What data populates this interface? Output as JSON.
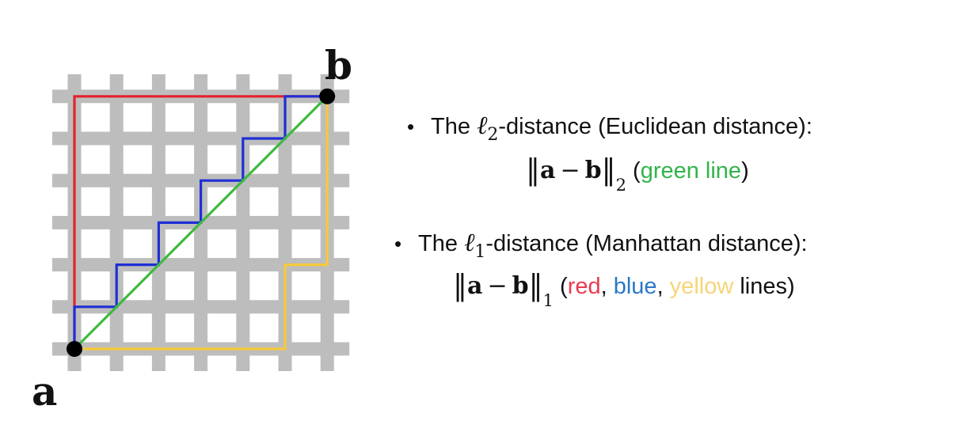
{
  "diagram": {
    "point_a_label": "a",
    "point_b_label": "b",
    "grid_color": "#bdbdbd",
    "path_colors": {
      "red": "#e4212b",
      "blue": "#1f2fd6",
      "green": "#3dba3f",
      "yellow": "#f6c93a",
      "endpoint": "#000000"
    }
  },
  "bullets": {
    "l2": {
      "prefix": "The ",
      "symbol": "ℓ",
      "subscript": "2",
      "rest": "-distance (Euclidean distance):",
      "formula_inner_a": "a",
      "formula_minus": "−",
      "formula_inner_b": "b",
      "formula_subscript": "2",
      "open_paren": "(",
      "color_word": "green line",
      "close_paren": ")"
    },
    "l1": {
      "prefix": "The ",
      "symbol": "ℓ",
      "subscript": "1",
      "rest": "-distance (Manhattan distance):",
      "formula_inner_a": "a",
      "formula_minus": "−",
      "formula_inner_b": "b",
      "formula_subscript": "1",
      "open_paren": "(",
      "word_red": "red",
      "sep1": ", ",
      "word_blue": "blue",
      "sep2": ", ",
      "word_yellow": "yellow",
      "tail": " lines)"
    }
  }
}
